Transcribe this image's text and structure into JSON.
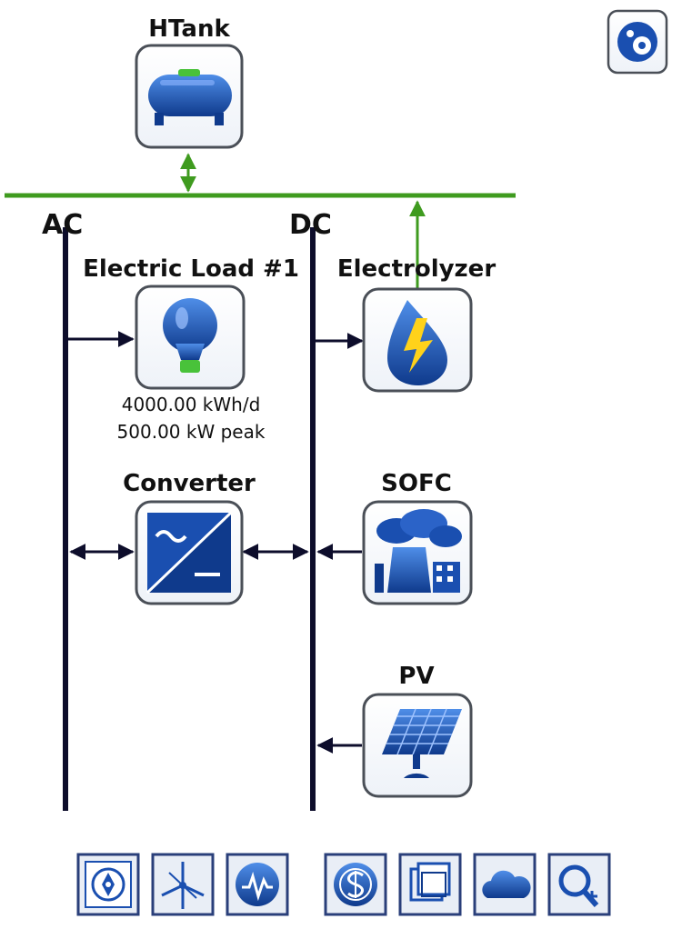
{
  "buses": {
    "ac_label": "AC",
    "dc_label": "DC"
  },
  "components": {
    "htank": {
      "label": "HTank",
      "icon": "hydrogen-tank-icon"
    },
    "electric_load": {
      "label": "Electric Load #1",
      "icon": "light-bulb-icon",
      "energy": "4000.00 kWh/d",
      "peak": "500.00 kW peak"
    },
    "electrolyzer": {
      "label": "Electrolyzer",
      "icon": "water-drop-lightning-icon"
    },
    "converter": {
      "label": "Converter",
      "icon": "ac-dc-converter-icon"
    },
    "sofc": {
      "label": "SOFC",
      "icon": "fuel-cell-plant-icon"
    },
    "pv": {
      "label": "PV",
      "icon": "solar-panel-icon"
    }
  },
  "toolbar": {
    "items": [
      {
        "icon": "compass-icon"
      },
      {
        "icon": "wind-turbine-icon"
      },
      {
        "icon": "waveform-icon"
      },
      {
        "icon": "dollar-icon"
      },
      {
        "icon": "layers-icon"
      },
      {
        "icon": "cloud-icon"
      },
      {
        "icon": "search-icon"
      }
    ]
  },
  "colors": {
    "bus_line": "#0d0d2b",
    "hydrogen_line": "#3f9b1f",
    "box_border": "#4a4f57",
    "icon_blue": "#1a4fb0"
  }
}
